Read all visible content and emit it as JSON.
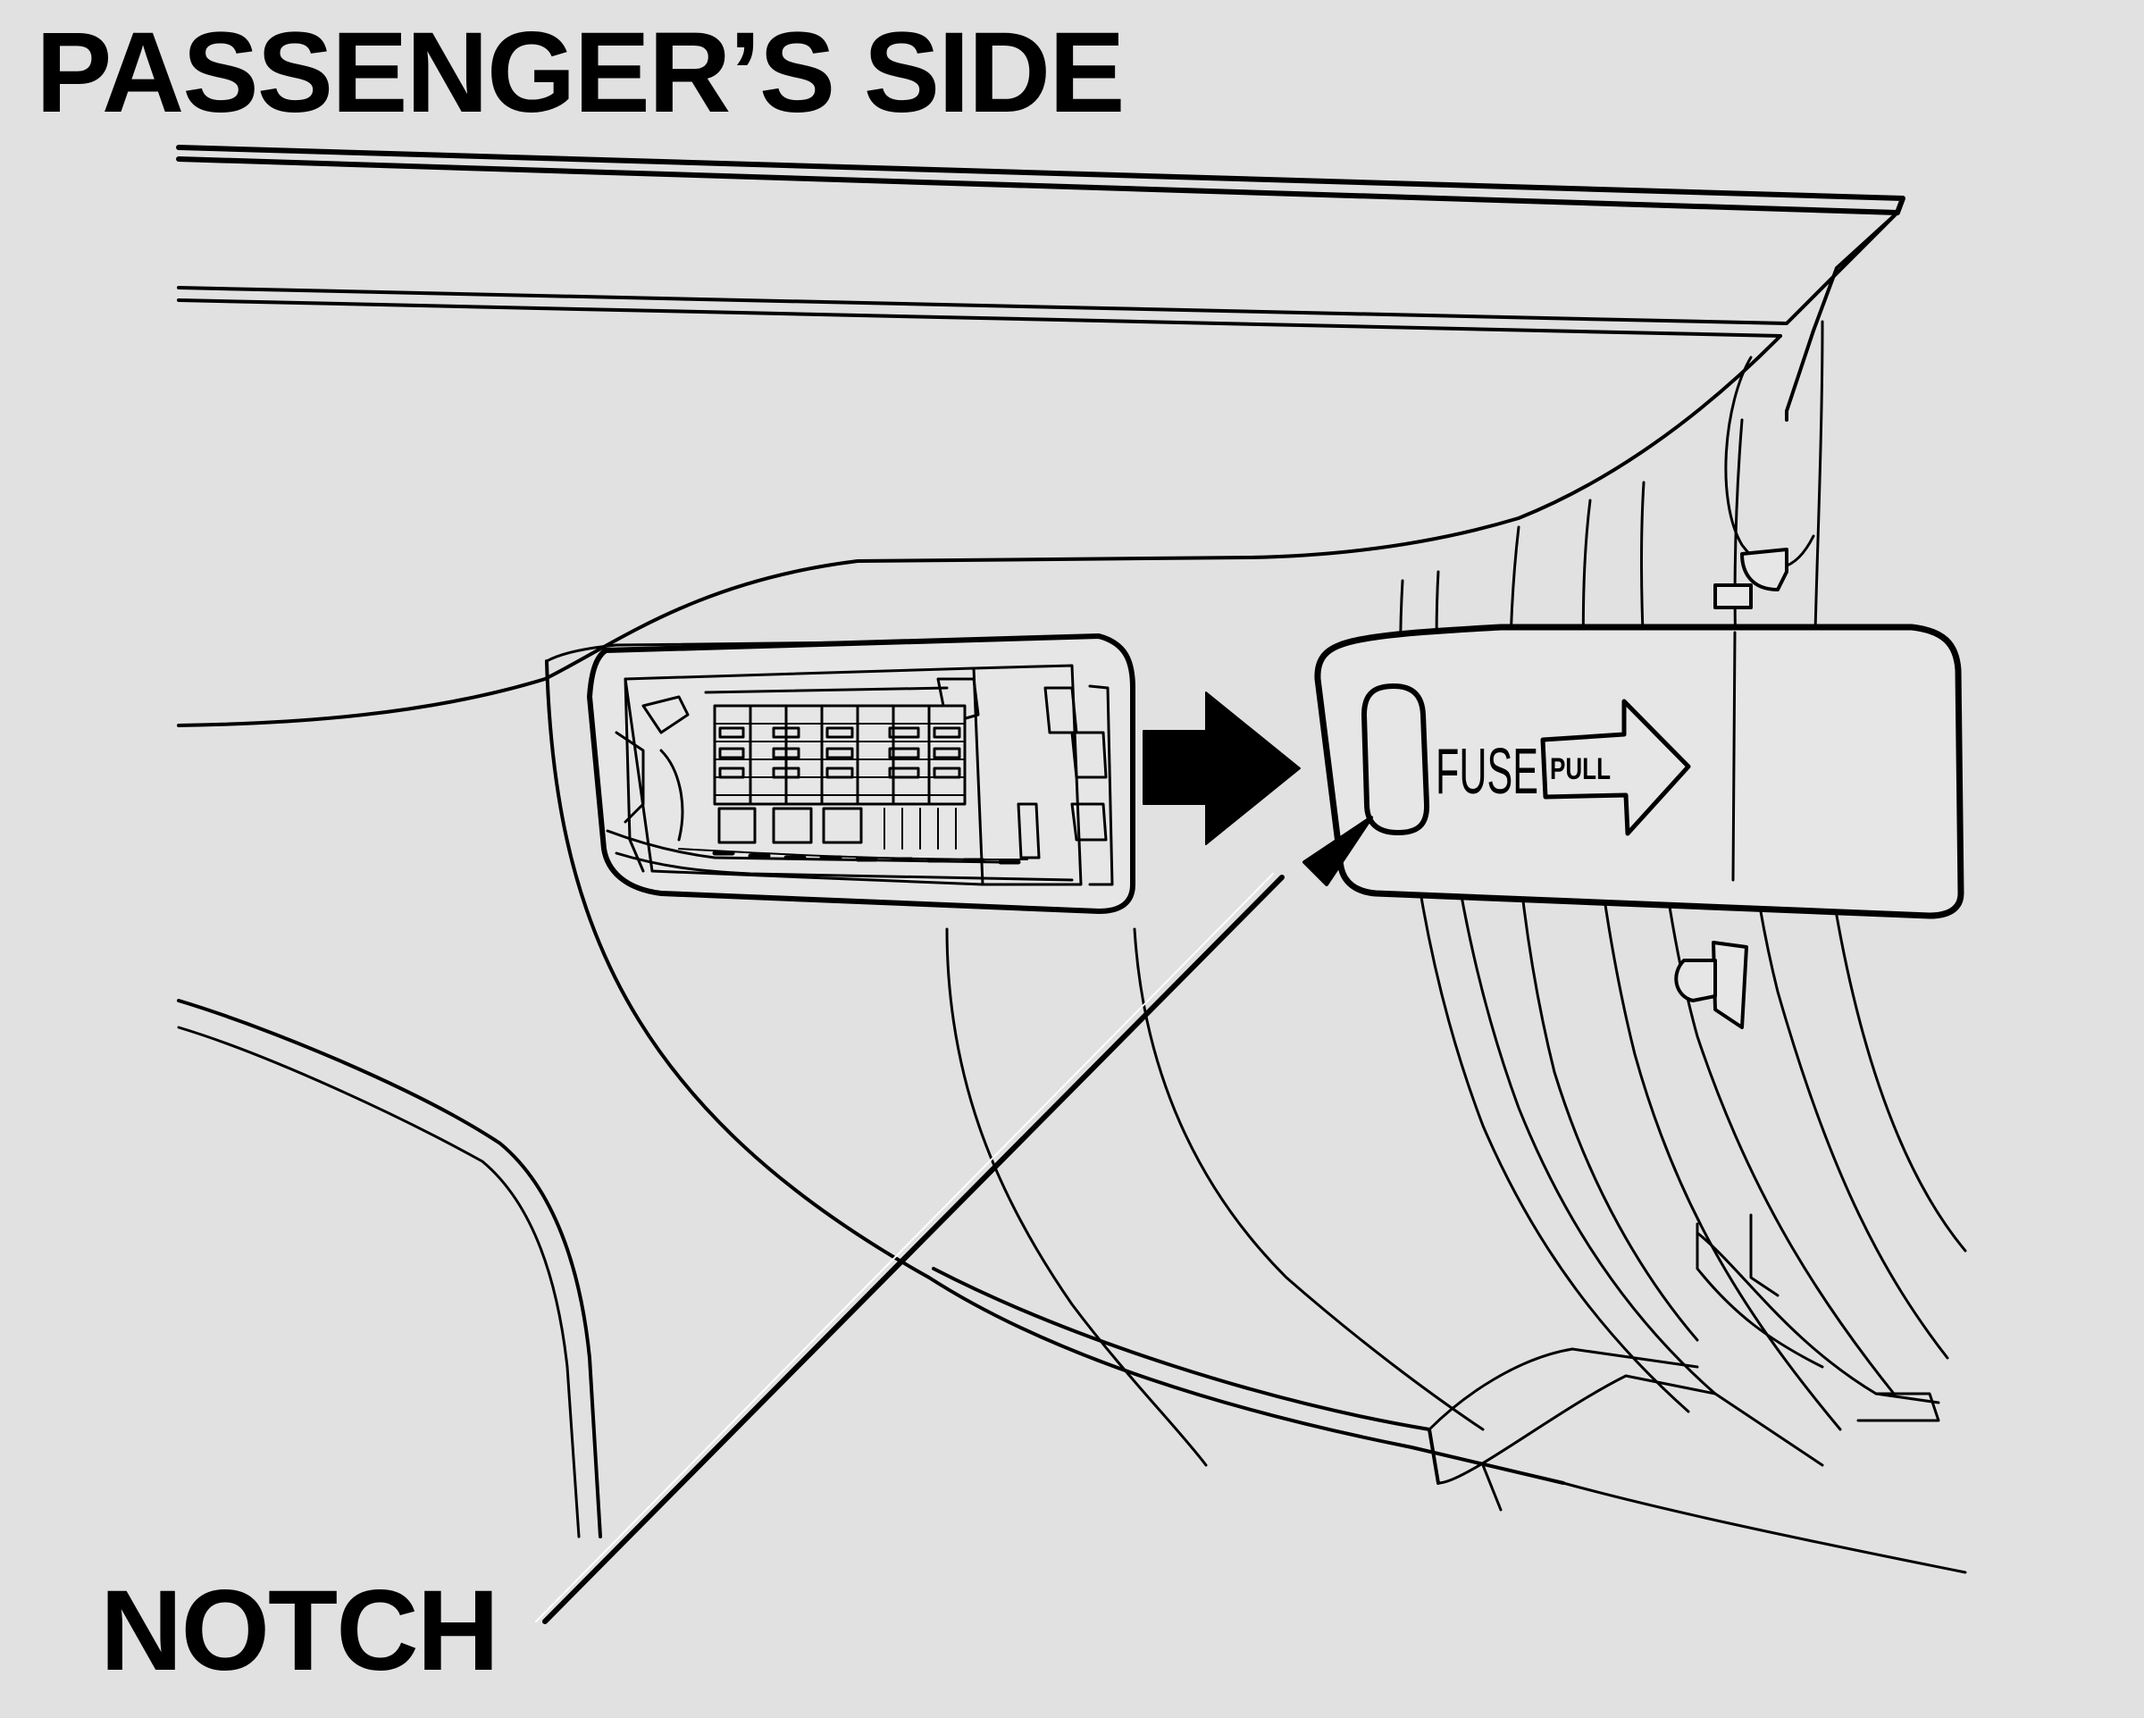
{
  "title": "PASSENGER’S SIDE",
  "callout_label": "NOTCH",
  "cover": {
    "label": "FUSE",
    "pull_label": "PULL"
  },
  "colors": {
    "background": "#e1e1e1",
    "line": "#000000",
    "panel": "#e6e6e6"
  }
}
